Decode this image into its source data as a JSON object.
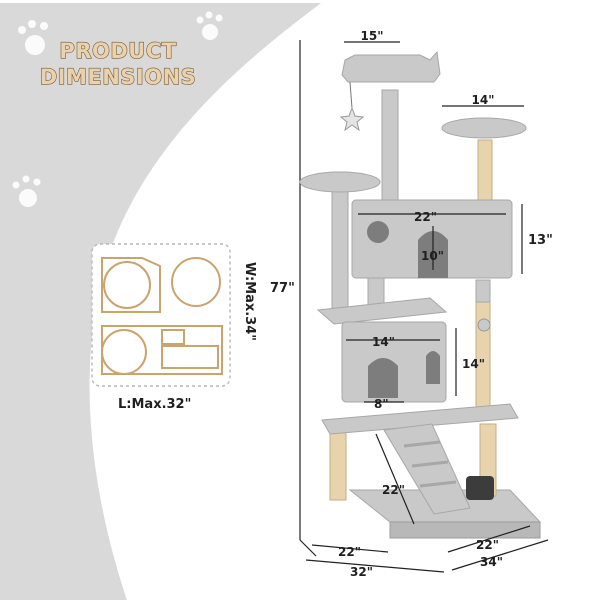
{
  "title": {
    "line1": "PRODUCT",
    "line2": "DIMENSIONS"
  },
  "footprint": {
    "width_label": "W:Max.34\"",
    "length_label": "L:Max.32\""
  },
  "dimensions": {
    "top_perch_width": "15\"",
    "upper_platform_width": "14\"",
    "condo_width": "22\"",
    "condo_height": "13\"",
    "condo_door_height": "10\"",
    "total_height": "77\"",
    "lower_condo_width": "14\"",
    "lower_condo_height": "14\"",
    "lower_door_width": "8\"",
    "ramp_length": "22\"",
    "base_width": "22\"",
    "base_depth": "22\"",
    "overall_width": "32\"",
    "overall_depth": "34\""
  },
  "colors": {
    "title_fill": "#e9d2ad",
    "title_stroke": "#7a5a33",
    "tree_grey": "#c9c9c9",
    "sisal": "#e7d4ad",
    "bg_band": "#d9d9d9"
  }
}
